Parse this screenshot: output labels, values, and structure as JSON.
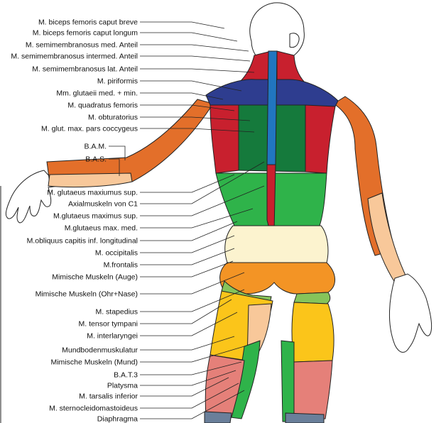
{
  "labels": [
    {
      "text": "M. biceps femoris caput breve"
    },
    {
      "text": "M. biceps femoris caput longum"
    },
    {
      "text": "M. semimembranosus med. Anteil"
    },
    {
      "text": "M. semimembranosus intermed. Anteil"
    },
    {
      "text": "M. semimembranosus lat. Anteil"
    },
    {
      "text": "M. piriformis"
    },
    {
      "text": "Mm. glutaeii med. + min."
    },
    {
      "text": "M. quadratus femoris"
    },
    {
      "text": "M. obturatorius"
    },
    {
      "text": "M. glut. max. pars coccygeus"
    },
    {
      "text": "B.A.M."
    },
    {
      "text": "B.A.S."
    },
    {
      "text": "M. glutaeus maxiumus sup."
    },
    {
      "text": "Axialmuskeln von C1"
    },
    {
      "text": "M.glutaeus maximus sup."
    },
    {
      "text": "M.glutaeus max. med."
    },
    {
      "text": "M.obliquus capitis inf. longitudinal"
    },
    {
      "text": "M. occipitalis"
    },
    {
      "text": "M.frontalis"
    },
    {
      "text": "Mimische Muskeln (Auge)"
    },
    {
      "text": "Mimische Muskeln (Ohr+Nase)"
    },
    {
      "text": "M. stapedius"
    },
    {
      "text": "M. tensor tympani"
    },
    {
      "text": "M. interlaryngei"
    },
    {
      "text": "Mundbodenmuskulatur"
    },
    {
      "text": "Mimische Muskeln (Mund)"
    },
    {
      "text": "B.A.T.3"
    },
    {
      "text": "Platysma"
    },
    {
      "text": "M. tarsalis inferior"
    },
    {
      "text": "M. sternocleidomastoideus"
    },
    {
      "text": "Diaphragma"
    }
  ],
  "colors": {
    "red": "#c8202e",
    "dark_green": "#157a3c",
    "green": "#2fb34a",
    "navy": "#2e3d8f",
    "blue": "#2176c0",
    "orange_arm": "#e36f2a",
    "peach": "#f8c89a",
    "cream": "#fcf3cf",
    "orange": "#f39425",
    "light_green": "#86c45a",
    "yellow": "#fbc51a",
    "yellow_dark": "#f3b40d",
    "pink": "#e58079",
    "gray_blue": "#6a7f9a"
  }
}
